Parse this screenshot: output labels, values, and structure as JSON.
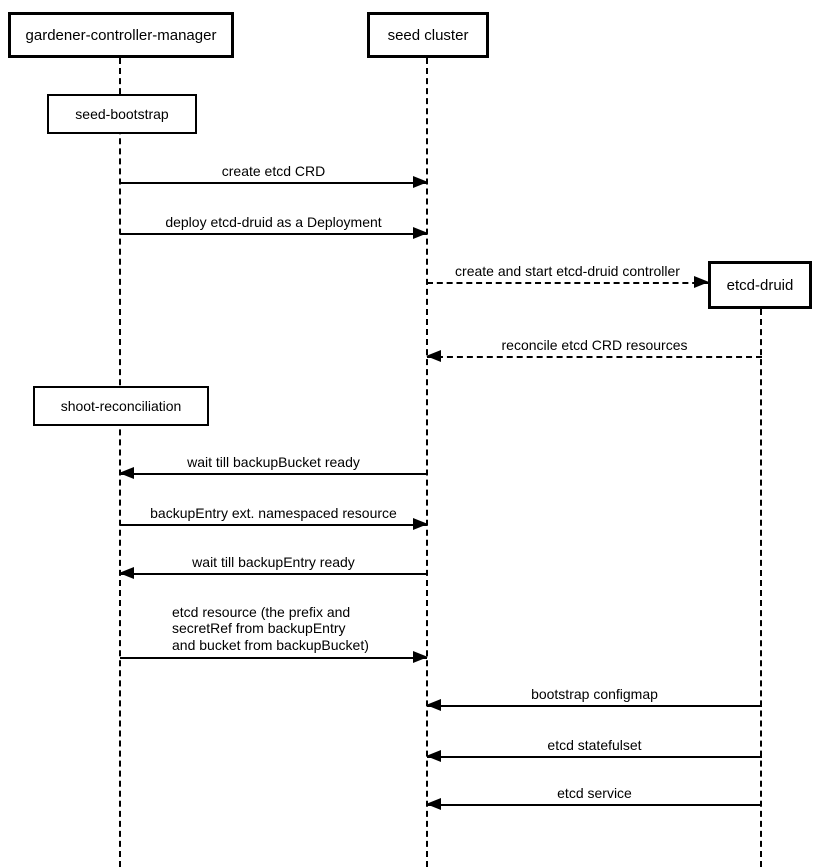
{
  "colors": {
    "background": "#ffffff",
    "line": "#000000",
    "text": "#000000"
  },
  "diagram": {
    "actors": [
      {
        "id": "gardener-controller-manager",
        "label": "gardener-controller-manager"
      },
      {
        "id": "seed-cluster",
        "label": "seed cluster"
      },
      {
        "id": "etcd-druid",
        "label": "etcd-druid"
      }
    ],
    "activations": [
      {
        "actor": "gardener-controller-manager",
        "label": "seed-bootstrap"
      },
      {
        "actor": "gardener-controller-manager",
        "label": "shoot-reconciliation"
      }
    ],
    "messages": [
      {
        "label": "create etcd CRD",
        "from": "gardener-controller-manager",
        "to": "seed cluster",
        "line": "solid",
        "direction": "right"
      },
      {
        "label": "deploy etcd-druid as a Deployment",
        "from": "gardener-controller-manager",
        "to": "seed cluster",
        "line": "solid",
        "direction": "right"
      },
      {
        "label": "create and start etcd-druid controller",
        "from": "seed cluster",
        "to": "etcd-druid",
        "line": "dashed",
        "direction": "right"
      },
      {
        "label": "reconcile etcd CRD resources",
        "from": "etcd-druid",
        "to": "seed cluster",
        "line": "dashed",
        "direction": "left"
      },
      {
        "label": "wait till backupBucket ready",
        "from": "seed cluster",
        "to": "gardener-controller-manager",
        "line": "solid",
        "direction": "left"
      },
      {
        "label": "backupEntry ext. namespaced resource",
        "from": "gardener-controller-manager",
        "to": "seed cluster",
        "line": "solid",
        "direction": "right"
      },
      {
        "label": "wait till backupEntry ready",
        "from": "seed cluster",
        "to": "gardener-controller-manager",
        "line": "solid",
        "direction": "left"
      },
      {
        "label_lines": [
          "etcd resource (the prefix and",
          "secretRef from backupEntry",
          "and bucket from backupBucket)"
        ],
        "from": "gardener-controller-manager",
        "to": "seed cluster",
        "line": "solid",
        "direction": "right"
      },
      {
        "label": "bootstrap configmap",
        "from": "etcd-druid",
        "to": "seed cluster",
        "line": "solid",
        "direction": "left"
      },
      {
        "label": "etcd statefulset",
        "from": "etcd-druid",
        "to": "seed cluster",
        "line": "solid",
        "direction": "left"
      },
      {
        "label": "etcd service",
        "from": "etcd-druid",
        "to": "seed cluster",
        "line": "solid",
        "direction": "left"
      }
    ]
  }
}
